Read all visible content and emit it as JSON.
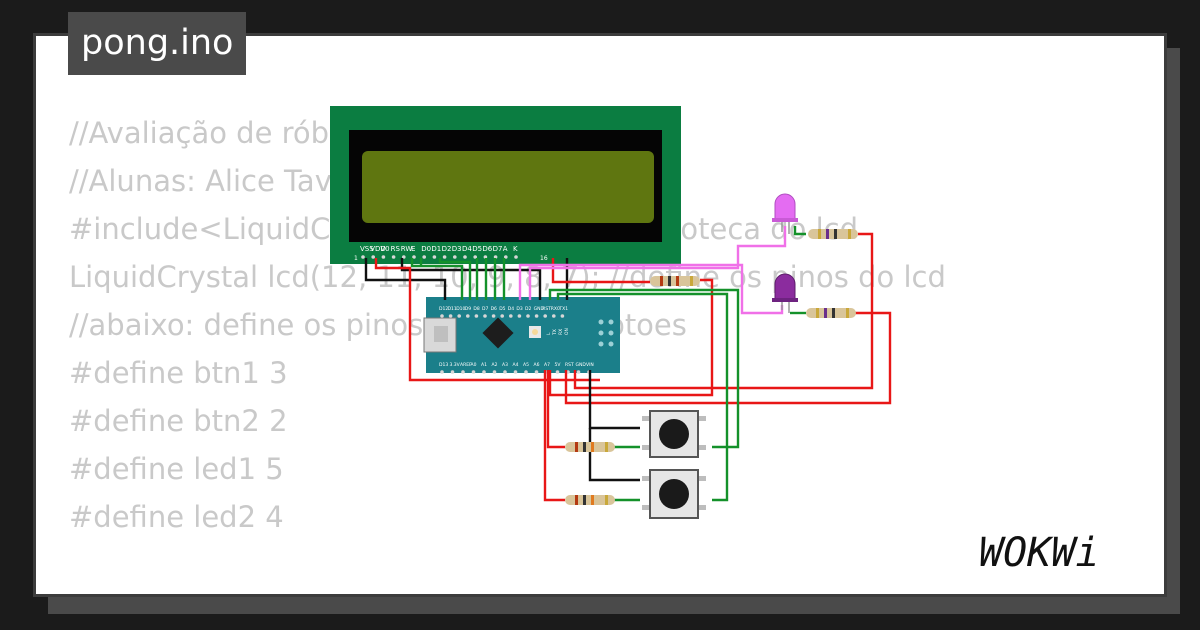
{
  "file": {
    "name": "pong.ino"
  },
  "code_lines": [
    "//Avaliação de rób",
    "//Alunas: Alice Tav",
    "",
    "#include<LiquidCrystal.h> //define a biblioteca do lcd",
    "",
    "LiquidCrystal lcd(12, 11, 10, 9, 8, 7); //define os pinos do lcd",
    "//abaixo: define os pinos dos leds e botoes",
    "#define btn1 3",
    "#define btn2 2",
    "#define led1 5",
    "#define led2 4"
  ],
  "lcd": {
    "pin_labels": [
      "VSS",
      "VDD",
      "V0",
      "RS",
      "RW",
      "E",
      "D0",
      "D1",
      "D2",
      "D3",
      "D4",
      "D5",
      "D6",
      "D7",
      "A",
      "K"
    ],
    "pin_first": "1",
    "pin_last": "16"
  },
  "nano": {
    "top_labels": [
      "D12",
      "D11",
      "D10",
      "D9",
      "D8",
      "D7",
      "D6",
      "D5",
      "D4",
      "D3",
      "D2",
      "GND",
      "RST",
      "RX0",
      "TX1"
    ],
    "bottom_labels": [
      "D13",
      "3.3V",
      "AREF",
      "A0",
      "A1",
      "A2",
      "A3",
      "A4",
      "A5",
      "A6",
      "A7",
      "5V",
      "RST",
      "GND",
      "VIN"
    ],
    "side_labels": [
      "L",
      "TX",
      "RX",
      "ON"
    ]
  },
  "brand": {
    "logo": "WOKWi"
  },
  "colors": {
    "background": "#1b1b1b",
    "card": "#ffffff",
    "code_text": "#c9c9c9",
    "lcd_board": "#0b7d41",
    "lcd_screen": "#5f7610",
    "nano_board": "#1b7f8a",
    "wire_red": "#e81717",
    "wire_green": "#14912a",
    "wire_black": "#111111",
    "wire_pink": "#f070e8",
    "led1": "#e46cf2",
    "led2": "#8b2c9e"
  },
  "icons": [
    "arduino-nano-board",
    "lcd-1602-display",
    "led-icon",
    "resistor-icon",
    "push-button-icon",
    "wokwi-logo-icon"
  ]
}
